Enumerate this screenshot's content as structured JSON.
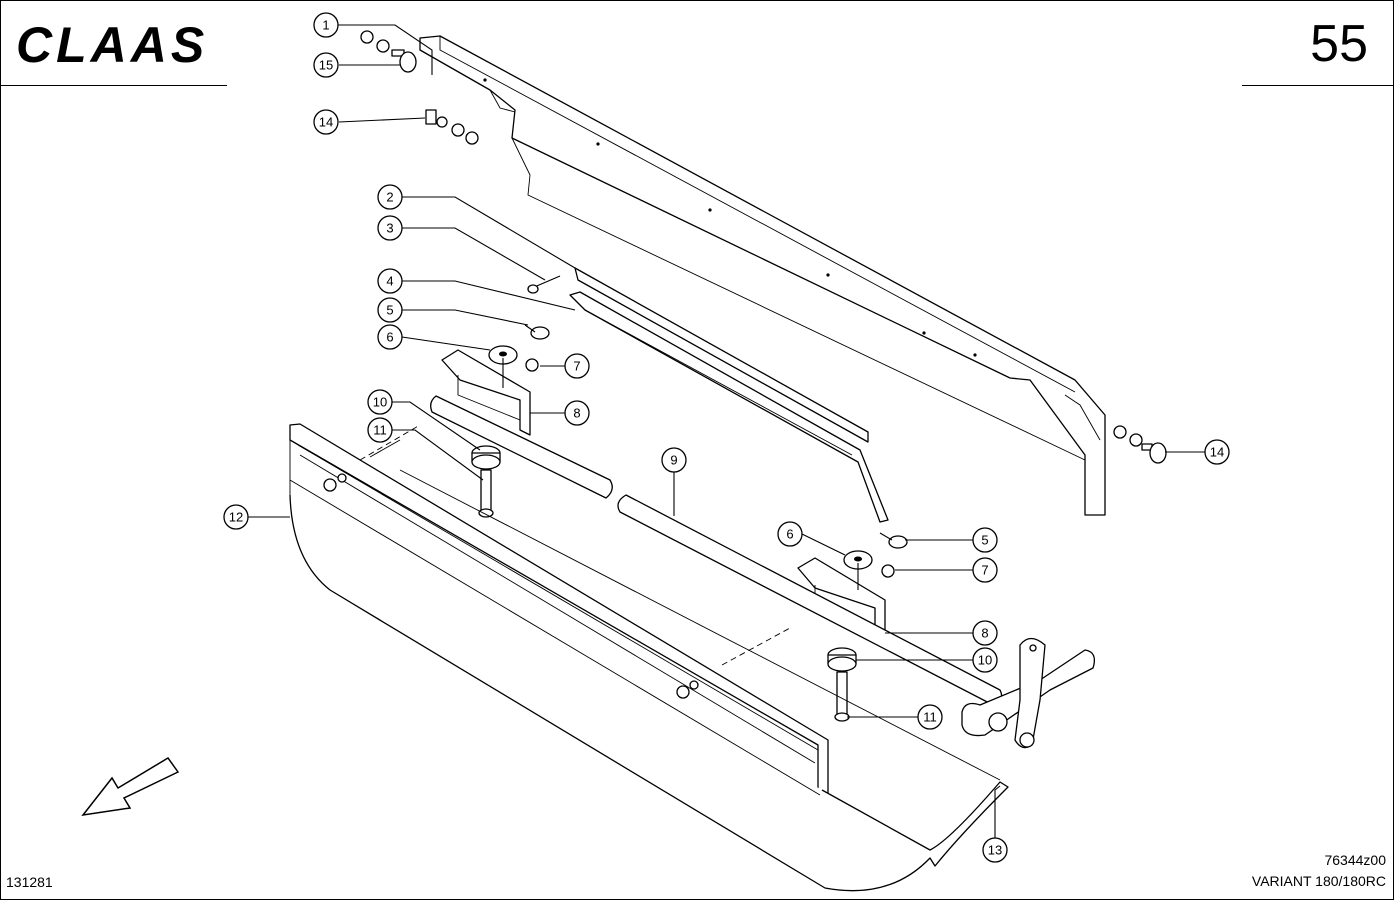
{
  "header": {
    "brand": "CLAAS",
    "page_number": "55"
  },
  "callouts": [
    {
      "id": "c1",
      "label": "1"
    },
    {
      "id": "c15",
      "label": "15"
    },
    {
      "id": "c14a",
      "label": "14"
    },
    {
      "id": "c2",
      "label": "2"
    },
    {
      "id": "c3",
      "label": "3"
    },
    {
      "id": "c4",
      "label": "4"
    },
    {
      "id": "c5a",
      "label": "5"
    },
    {
      "id": "c6a",
      "label": "6"
    },
    {
      "id": "c7a",
      "label": "7"
    },
    {
      "id": "c8a",
      "label": "8"
    },
    {
      "id": "c10a",
      "label": "10"
    },
    {
      "id": "c11a",
      "label": "11"
    },
    {
      "id": "c12",
      "label": "12"
    },
    {
      "id": "c9",
      "label": "9"
    },
    {
      "id": "c14b",
      "label": "14"
    },
    {
      "id": "c6b",
      "label": "6"
    },
    {
      "id": "c5b",
      "label": "5"
    },
    {
      "id": "c7b",
      "label": "7"
    },
    {
      "id": "c8b",
      "label": "8"
    },
    {
      "id": "c10b",
      "label": "10"
    },
    {
      "id": "c11b",
      "label": "11"
    },
    {
      "id": "c13",
      "label": "13"
    }
  ],
  "footer": {
    "date_code": "131281",
    "drawing_number": "76344z00",
    "model": "VARIANT 180/180RC"
  },
  "icons": {
    "direction": "direction-arrow-icon"
  }
}
